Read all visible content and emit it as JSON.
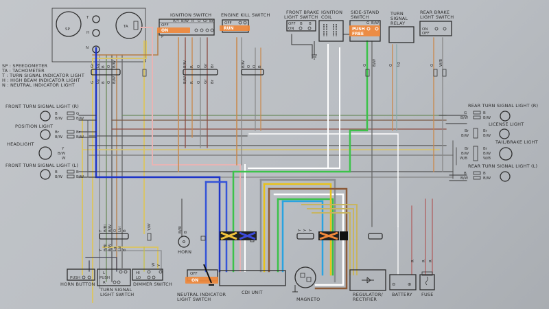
{
  "diagram": {
    "type": "motorcycle wiring diagram",
    "legend": {
      "items": [
        "SP : SPEEDOMETER",
        "TA : TACHOMETER",
        "T   : TURN SIGNAL INDICATOR LIGHT",
        "H   : HIGH BEAM INDICATOR LIGHT",
        "N   : NEUTRAL INDICATOR LIGHT"
      ]
    },
    "meters": {
      "sp": "SP",
      "ta": "TA",
      "t": "T",
      "h": "H",
      "n": "N"
    },
    "switches": {
      "ignition": {
        "title": "IGNITION SWITCH",
        "columns": [
          "R/Y",
          "B/W",
          "R",
          "O",
          "Gr",
          "Br"
        ],
        "rows": [
          "OFF",
          "ON",
          "P"
        ],
        "highlighted_row": "ON"
      },
      "engine_kill": {
        "title": "ENGINE KILL SWITCH",
        "rows": [
          "OFF",
          "RUN"
        ],
        "highlighted_row": "RUN"
      },
      "front_brake": {
        "title_line1": "FRONT BRAKE",
        "title_line2": "LIGHT SWITCH",
        "columns": [
          "B",
          "B"
        ],
        "rows": [
          "OFF",
          "ON"
        ]
      },
      "side_stand": {
        "title_line1": "SIDE-STAND",
        "title_line2": "SWITCH",
        "columns": [
          "G",
          "B/W"
        ],
        "rows": [
          "PUSH",
          "FREE"
        ],
        "highlighted_rows": [
          "PUSH",
          "FREE"
        ]
      },
      "rear_brake": {
        "title_line1": "REAR BRAKE",
        "title_line2": "LIGHT SWITCH",
        "rows": [
          "ON",
          "OFF"
        ]
      },
      "horn_button": {
        "title": "HORN BUTTON",
        "rows": [
          "PUSH"
        ]
      },
      "turn_signal": {
        "title_line1": "TURN SIGNAL",
        "title_line2": "LIGHT SWITCH",
        "rows": [
          "L",
          "PUSH",
          "R"
        ]
      },
      "dimmer": {
        "title": "DIMMER SWITCH",
        "rows": [
          "HI",
          "LO"
        ]
      },
      "neutral": {
        "title_line1": "NEUTRAL INDICATOR",
        "title_line2": "LIGHT SWITCH",
        "rows": [
          "OFF",
          "ON"
        ],
        "highlighted_row": "ON"
      }
    },
    "components": {
      "ignition_coil_line1": "IGNITION",
      "ignition_coil_line2": "COIL",
      "turn_signal_relay_line1": "TURN",
      "turn_signal_relay_line2": "SIGNAL",
      "turn_signal_relay_line3": "RELAY",
      "horn": "HORN",
      "cdi_unit": "CDI UNIT",
      "magneto": "MAGNETO",
      "regulator_line1": "REGULATOR/",
      "regulator_line2": "RECTIFIER",
      "battery": "BATTERY",
      "fuse": "FUSE",
      "battery_neg": "⊖",
      "battery_pos": "⊕"
    },
    "lights_left": [
      {
        "title": "FRONT TURN SIGNAL LIGHT (R)",
        "wires": [
          "B",
          "B/W"
        ],
        "out": [
          "G",
          "B/W"
        ]
      },
      {
        "title": "POSITION LIGHT",
        "wires": [
          "Br",
          "B/W"
        ],
        "out": [
          "Br",
          "B/W"
        ]
      },
      {
        "title": "HEADLIGHT",
        "wires": [
          "Y",
          "B/W",
          "W"
        ],
        "out": []
      },
      {
        "title": "FRONT TURN SIGNAL LIGHT (L)",
        "wires": [
          "B",
          "B/W"
        ],
        "out": [
          "B",
          "B/W"
        ]
      }
    ],
    "lights_right": [
      {
        "title": "REAR TURN SIGNAL LIGHT (R)",
        "wires": [
          "G",
          "B/W"
        ],
        "out": [
          "B",
          "B/W"
        ]
      },
      {
        "title": "LICENSE LIGHT",
        "wires": [
          "Br",
          "B/W"
        ],
        "out": [
          "Br",
          "B/W"
        ]
      },
      {
        "title": "TAIL/BRAKE LIGHT",
        "wires": [
          "Br",
          "B/W",
          "W/B"
        ],
        "out": [
          "Br",
          "B/W",
          "W/B"
        ]
      },
      {
        "title": "REAR TURN SIGNAL LIGHT (L)",
        "wires": [
          "B",
          "B/W"
        ],
        "out": [
          "B",
          "B/W"
        ]
      }
    ],
    "wire_codes": {
      "meter_harness_top": [
        "Gr",
        "Lg",
        "B",
        "O",
        "B/W"
      ],
      "meter_harness_bottom": [
        "G",
        "Lg",
        "B",
        "O",
        "B/W"
      ],
      "ignition_harness_top": [
        "B/W",
        "R",
        "O",
        "Gr",
        "Br"
      ],
      "ignition_harness_bottom": [
        "B/W",
        "R",
        "O",
        "Gr",
        "Br"
      ],
      "kill_harness_top": [
        "B/W",
        "O",
        "O",
        "B"
      ],
      "handlebar_harness_top": [
        "Y",
        "B/Bl",
        "B/W",
        "O",
        "Lbl",
        "B"
      ],
      "handlebar_harness_bottom": [
        "Y",
        "B/Bl",
        "B/W",
        "Lg",
        "Lbl",
        "B"
      ],
      "horn_wires": [
        "B/Bl",
        "B"
      ],
      "relay_wires": [
        "O",
        "Lg"
      ],
      "side_stand_wires": [
        "G",
        "B/W"
      ],
      "rear_brake_wires": [
        "O",
        "W/B"
      ],
      "dimmer_wires": [
        "W",
        "Y"
      ],
      "magneto_wires": [
        "Y",
        "Y",
        "Y"
      ],
      "battery_wires": [
        "R"
      ],
      "fuse_wires": [
        "R",
        "R"
      ],
      "yw_connector": "Y/W"
    }
  },
  "colors": {
    "background": "#bfc2c6",
    "highlight": "#f0883a",
    "blue_wire": "#1e35c8",
    "light_blue_wire": "#2aa3e0",
    "green_wire": "#3cc24a",
    "yellow_wire": "#e8c21a",
    "brown_wire": "#8a5a38",
    "white_wire": "#ffffff",
    "orange_wire": "#c9884a",
    "pink_wire": "#e8b4b4",
    "gray_wire": "#8a8d91",
    "olive_wire": "#c8b560"
  }
}
